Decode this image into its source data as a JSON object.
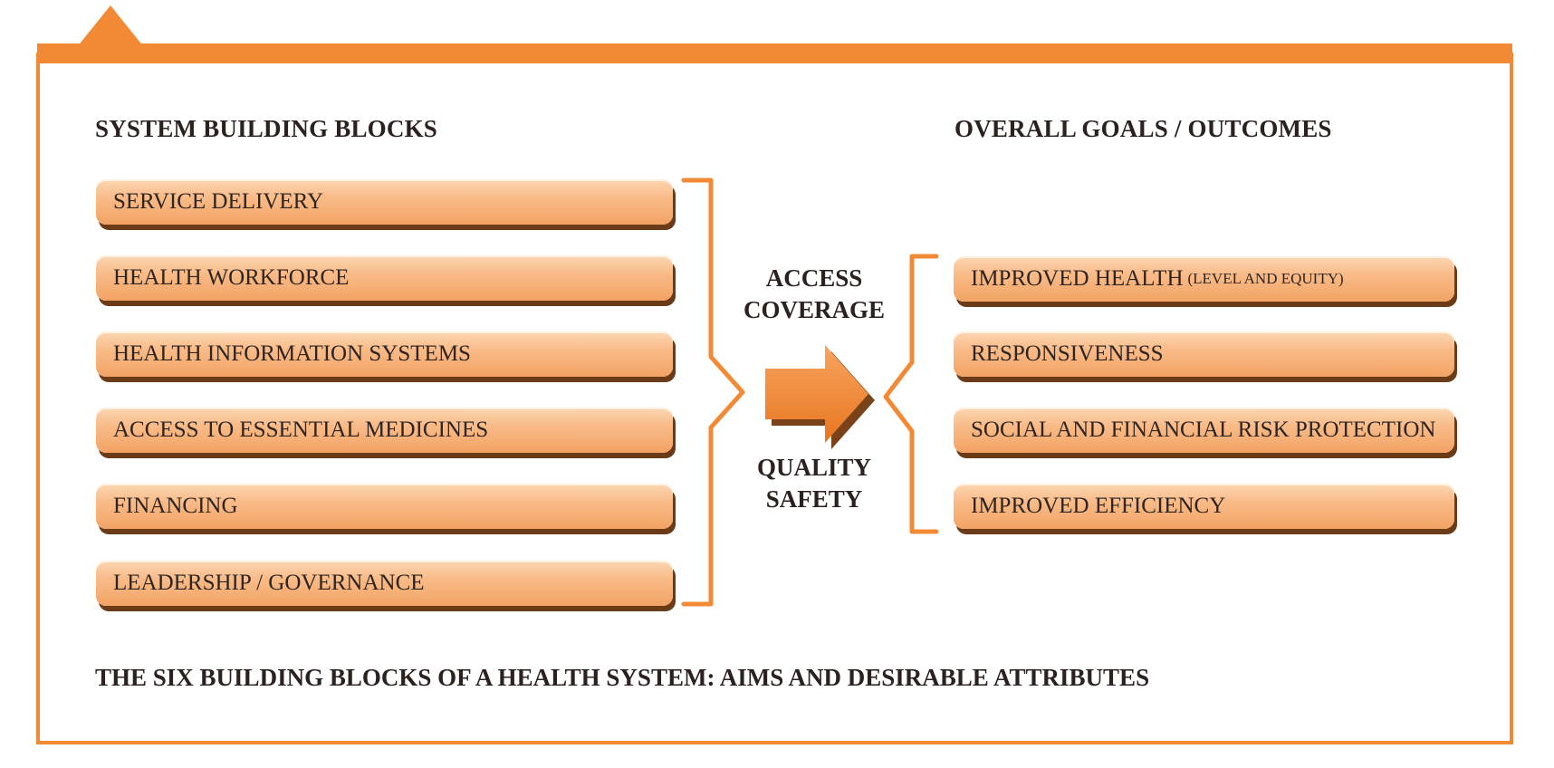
{
  "headings": {
    "left": "SYSTEM BUILDING BLOCKS",
    "right": "OVERALL GOALS / OUTCOMES"
  },
  "building_blocks": [
    "SERVICE DELIVERY",
    "HEALTH WORKFORCE",
    "HEALTH INFORMATION SYSTEMS",
    "ACCESS TO ESSENTIAL MEDICINES",
    "FINANCING",
    "LEADERSHIP / GOVERNANCE"
  ],
  "attributes": {
    "top": [
      "ACCESS",
      "COVERAGE"
    ],
    "bottom": [
      "QUALITY",
      "SAFETY"
    ]
  },
  "outcomes": [
    {
      "label": "IMPROVED HEALTH",
      "note": "(LEVEL AND EQUITY)"
    },
    {
      "label": "RESPONSIVENESS",
      "note": ""
    },
    {
      "label": "SOCIAL AND FINANCIAL RISK PROTECTION",
      "note": ""
    },
    {
      "label": "IMPROVED EFFICIENCY",
      "note": ""
    }
  ],
  "caption": "THE SIX BUILDING BLOCKS OF A HEALTH SYSTEM: AIMS AND DESIRABLE ATTRIBUTES",
  "colors": {
    "accent": "#f28a35",
    "block_light": "#fcd7b4",
    "block_dark": "#f2a364",
    "block_shadow": "#6b3a17",
    "text": "#2b2220"
  }
}
